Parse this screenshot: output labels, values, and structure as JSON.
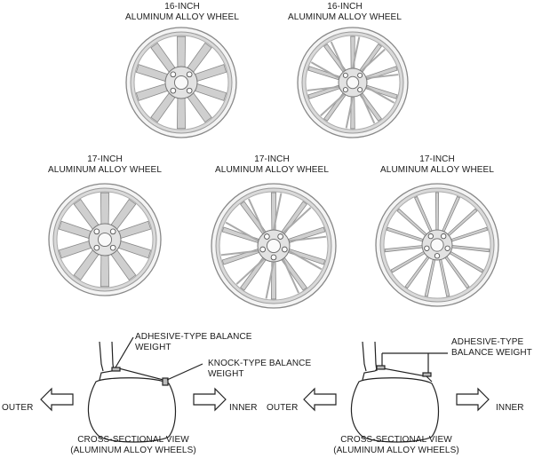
{
  "wheels": [
    {
      "size": "16-INCH",
      "type": "ALUMINUM ALLOY WHEEL"
    },
    {
      "size": "16-INCH",
      "type": "ALUMINUM ALLOY WHEEL"
    },
    {
      "size": "17-INCH",
      "type": "ALUMINUM ALLOY WHEEL"
    },
    {
      "size": "17-INCH",
      "type": "ALUMINUM ALLOY WHEEL"
    },
    {
      "size": "17-INCH",
      "type": "ALUMINUM ALLOY WHEEL"
    }
  ],
  "cross_sections": [
    {
      "adhesive_l1": "ADHESIVE-TYPE BALANCE",
      "adhesive_l2": "WEIGHT",
      "knock_l1": "KNOCK-TYPE BALANCE",
      "knock_l2": "WEIGHT",
      "outer": "OUTER",
      "inner": "INNER",
      "caption_l1": "CROSS-SECTIONAL VIEW",
      "caption_l2": "(ALUMINUM ALLOY WHEELS)"
    },
    {
      "adhesive_l1": "ADHESIVE-TYPE",
      "adhesive_l2": "BALANCE WEIGHT",
      "outer": "OUTER",
      "inner": "INNER",
      "caption_l1": "CROSS-SECTIONAL VIEW",
      "caption_l2": "(ALUMINUM ALLOY WHEELS)"
    }
  ]
}
